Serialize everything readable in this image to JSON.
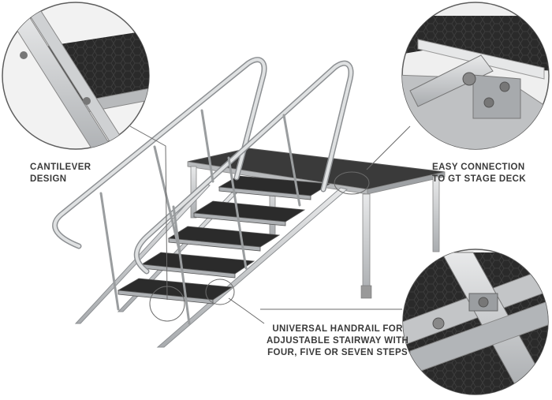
{
  "callouts": {
    "cantilever": {
      "lines": [
        "CANTILEVER",
        "DESIGN"
      ]
    },
    "connection": {
      "lines": [
        "EASY CONNECTION",
        "TO GT STAGE DECK"
      ]
    },
    "handrail": {
      "lines": [
        "UNIVERSAL HANDRAIL FOR",
        "ADJUSTABLE  STAIRWAY WITH",
        "FOUR, FIVE OR SEVEN STEPS"
      ]
    }
  },
  "colors": {
    "aluminum": "#c9cbcd",
    "aluminum_dark": "#8d9093",
    "tread": "#2b2b2b",
    "deck_top": "#3a3a3a",
    "line": "#6b6b6b",
    "hex_pattern": "#1e1e1e"
  },
  "illustration": {
    "subject": "adjustable aluminum stage stairway with handrails attached to a stage deck",
    "steps": 5,
    "detail_insets": [
      "cantilever-detail",
      "deck-connection-detail",
      "handrail-clamp-detail"
    ]
  }
}
